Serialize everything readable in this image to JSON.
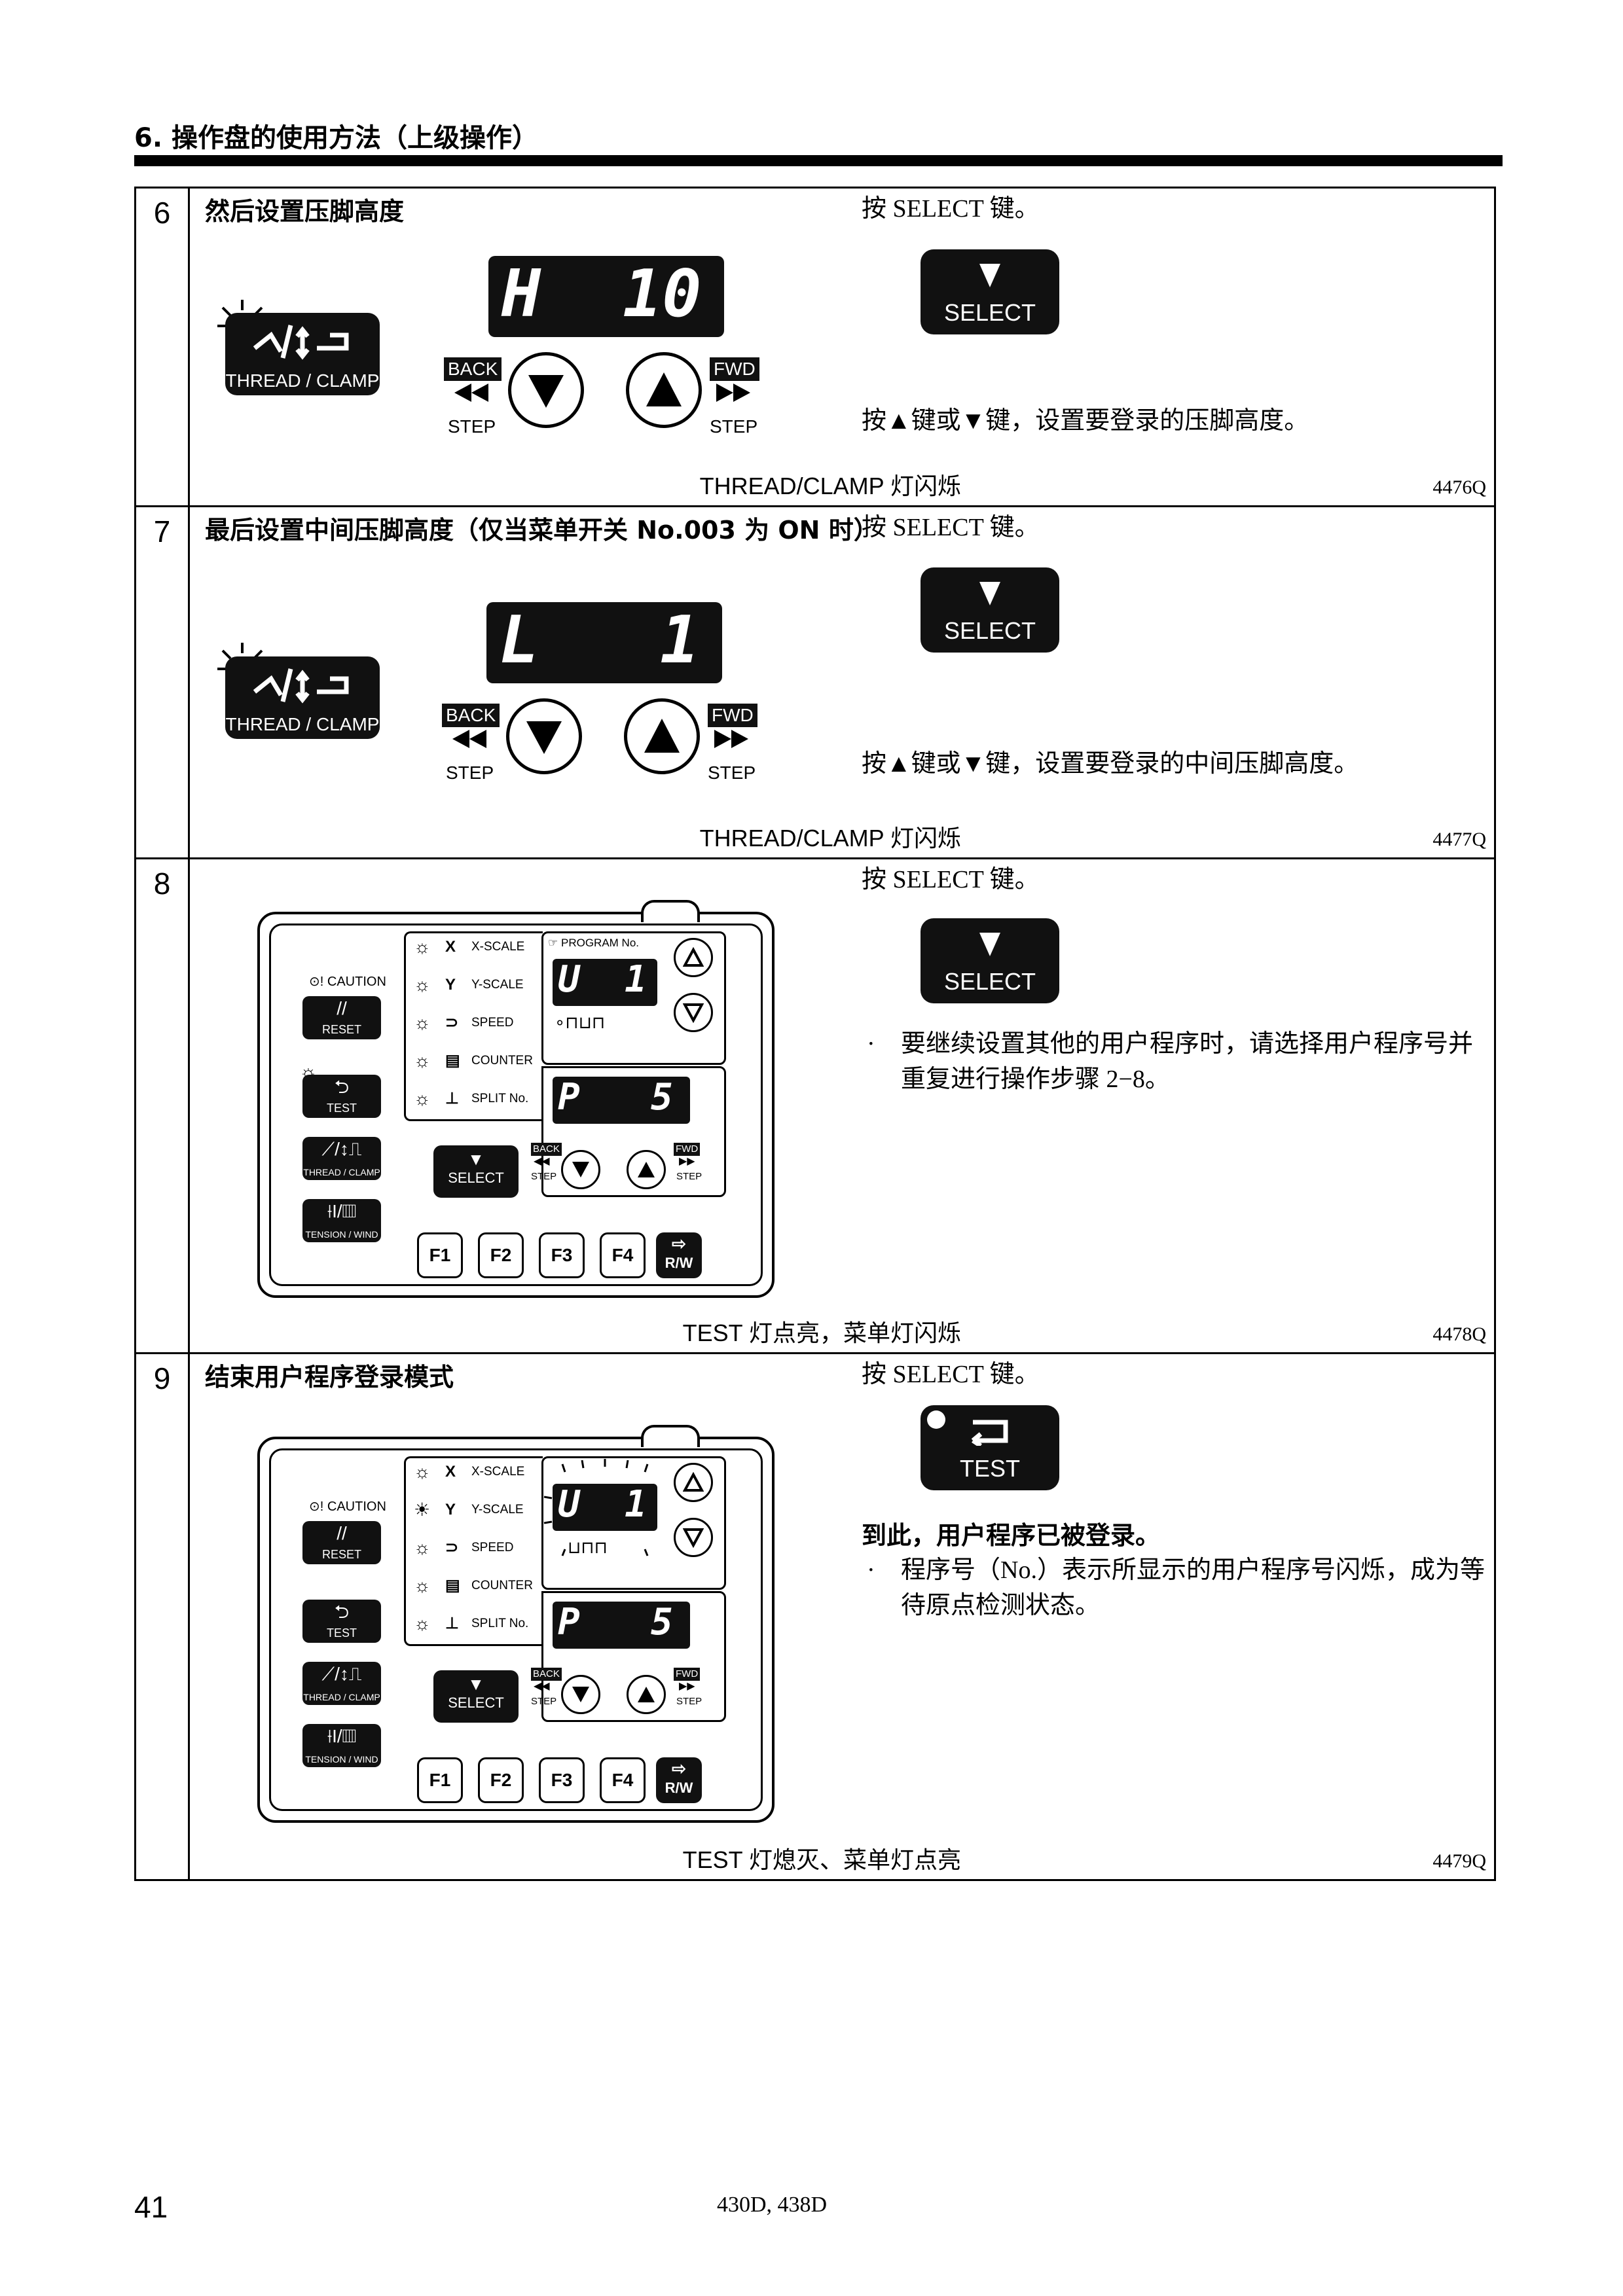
{
  "header": {
    "section": "6. 操作盘的使用方法（上级操作）"
  },
  "steps": [
    {
      "num": "6",
      "title": "然后设置压脚高度",
      "lcd_left": "H",
      "lcd_right": "10",
      "caption": "THREAD/CLAMP 灯闪烁",
      "fig_code": "4476Q",
      "instr1": "按 SELECT 键。",
      "instr2": "按▲键或▼键，设置要登录的压脚高度。"
    },
    {
      "num": "7",
      "title": "最后设置中间压脚高度（仅当菜单开关 No.003 为 ON 时）",
      "lcd_left": "L",
      "lcd_right": "1",
      "caption": "THREAD/CLAMP 灯闪烁",
      "fig_code": "4477Q",
      "instr1": "按 SELECT 键。",
      "instr2": "按▲键或▼键，设置要登录的中间压脚高度。"
    },
    {
      "num": "8",
      "caption": "TEST 灯点亮，菜单灯闪烁",
      "fig_code": "4478Q",
      "instr1": "按 SELECT 键。",
      "bullet": "要继续设置其他的用户程序时，请选择用户程序号并重复进行操作步骤 2−8。",
      "prog_lcd_left": "U",
      "prog_lcd_right": "1",
      "menu_lcd_left": "P",
      "menu_lcd_right": "5"
    },
    {
      "num": "9",
      "title": "结束用户程序登录模式",
      "caption": "TEST 灯熄灭、菜单灯点亮",
      "fig_code": "4479Q",
      "instr1": "按 SELECT 键。",
      "note_bold": "到此，用户程序已被登录。",
      "bullet": "程序号（No.）表示所显示的用户程序号闪烁，成为等待原点检测状态。",
      "prog_lcd_left": "U",
      "prog_lcd_right": "1",
      "menu_lcd_left": "P",
      "menu_lcd_right": "5"
    }
  ],
  "keys": {
    "select": "SELECT",
    "test": "TEST",
    "thread_clamp": "THREAD / CLAMP",
    "back": "BACK",
    "fwd": "FWD",
    "step": "STEP"
  },
  "panel": {
    "caution": "CAUTION",
    "reset": "RESET",
    "test": "TEST",
    "thread_clamp": "THREAD / CLAMP",
    "tension_wind": "TENSION / WIND",
    "x_scale": "X-SCALE",
    "y_scale": "Y-SCALE",
    "speed": "SPEED",
    "counter": "COUNTER",
    "split_no": "SPLIT No.",
    "program_no": "PROGRAM No.",
    "select": "SELECT",
    "back": "BACK",
    "fwd": "FWD",
    "step": "STEP",
    "f1": "F1",
    "f2": "F2",
    "f3": "F3",
    "f4": "F4",
    "rw": "R/W"
  },
  "footer": {
    "page": "41",
    "model": "430D, 438D"
  }
}
